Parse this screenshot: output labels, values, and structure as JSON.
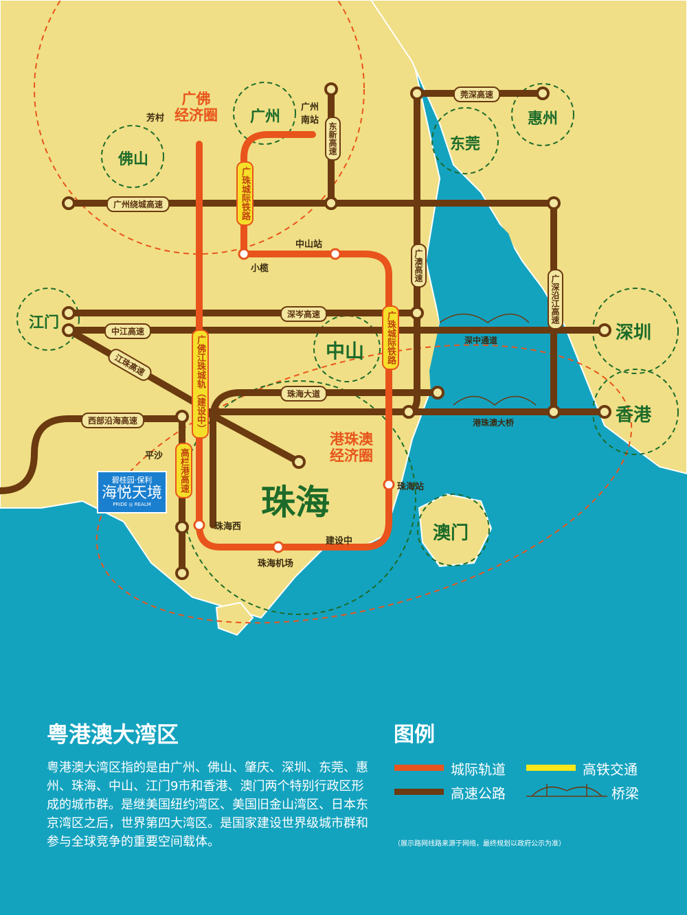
{
  "cities": {
    "guangzhou": "广州",
    "foshan": "佛山",
    "dongguan": "东莞",
    "huizhou": "惠州",
    "jiangmen": "江门",
    "zhongshan": "中山",
    "shenzhen": "深圳",
    "hongkong": "香港",
    "macau": "澳门",
    "zhuhai": "珠海"
  },
  "zones": {
    "guangfo": "广佛\n经济圈",
    "gangzhuao": "港珠澳\n经济圈"
  },
  "roads": {
    "guangzhou_ring": "广州绕城高速",
    "guanshen": "莞深高速",
    "dongxin": "东新高速",
    "guangao": "广澳高速",
    "guangshen_coast": "广深沿江高速",
    "shencen": "深岑高速",
    "zhongjiang": "中江高速",
    "jiangzhu": "江珠高速",
    "zhuhai_avenue": "珠海大道",
    "western_coast": "西部沿海高速",
    "gaolangang": "高栏港高速"
  },
  "rails": {
    "guangzhu": "广珠城际铁路",
    "guangzhu2": "广珠城际铁路",
    "guangfojiangzhu": "广佛江珠城轨（建设中）"
  },
  "places": {
    "fangcun": "芳村",
    "gz_south": "广州\n南站",
    "xiaolan": "小榄",
    "zs_station": "中山站",
    "pingsha": "平沙",
    "zhuhai_west": "珠海西",
    "airport": "珠海机场",
    "under_construction": "建设中",
    "zh_station": "珠海站",
    "shenzhong": "深中通道",
    "hzm_bridge": "港珠澳大桥"
  },
  "brand": {
    "top": "碧桂园·保利",
    "name": "海悦天境",
    "en": "PRIDE ◎ REALM"
  },
  "info": {
    "title": "粤港澳大湾区",
    "description": "粤港澳大湾区指的是由广州、佛山、肇庆、深圳、东莞、惠州、珠海、中山、江门9市和香港、澳门两个特别行政区形成的城市群。是继美国纽约湾区、美国旧金山湾区、日本东京湾区之后，世界第四大湾区。是国家建设世界级城市群和参与全球竞争的重要空间载体。"
  },
  "legend": {
    "title": "图例",
    "intercity": "城际轨道",
    "highspeed_rail": "高铁交通",
    "expressway": "高速公路",
    "bridge": "桥梁",
    "note": "（展示路网线路来源于网络，最终规划以政府公示为准）"
  },
  "colors": {
    "sea": "#14a3bf",
    "land": "#f0df86",
    "road": "#6b3a10",
    "rail": "#e8541c",
    "hsr": "#f6e61a",
    "circle": "#1d6b2a"
  }
}
